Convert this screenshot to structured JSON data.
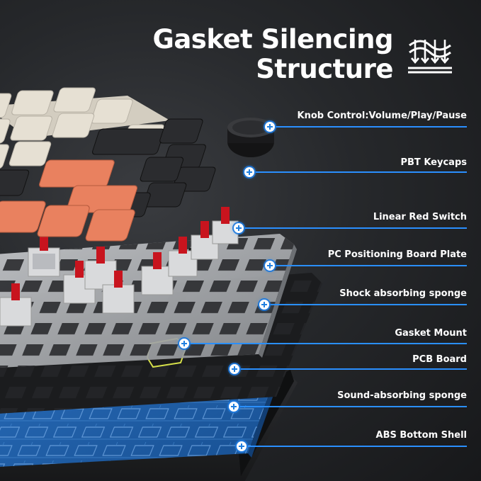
{
  "title": {
    "line1": "Gasket Silencing",
    "line2": "Structure"
  },
  "icons": {
    "structure": "gasket-structure-icon"
  },
  "colors": {
    "accent_blue": "#2a8fff",
    "pcb_blue": "#1f5fa8",
    "switch_red": "#c8141e",
    "keycap_orange": "#e9815f",
    "keycap_cream": "#e6e0d3",
    "keycap_black": "#2b2c2f"
  },
  "callouts": [
    {
      "label": "Knob Control:Volume/Play/Pause"
    },
    {
      "label": "PBT Keycaps"
    },
    {
      "label": "Linear Red Switch"
    },
    {
      "label": "PC Positioning Board Plate"
    },
    {
      "label": "Shock absorbing sponge"
    },
    {
      "label": "Gasket Mount"
    },
    {
      "label": "PCB Board"
    },
    {
      "label": "Sound-absorbing sponge"
    },
    {
      "label": "ABS Bottom Shell"
    }
  ]
}
